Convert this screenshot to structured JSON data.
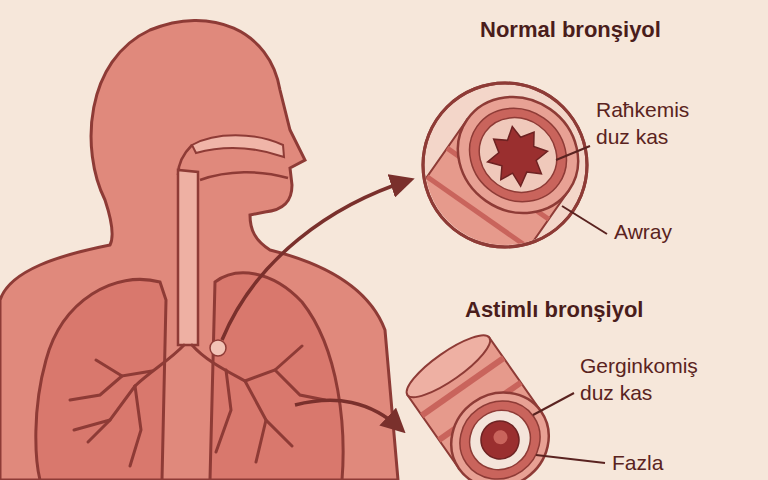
{
  "diagram": {
    "labels": [
      "Normal bronşiyol",
      "Raħkemis duz kas",
      "Awray",
      "Astimlı bronşiyol",
      "Gerginkomiş duz kas",
      "Fazla"
    ]
  }
}
